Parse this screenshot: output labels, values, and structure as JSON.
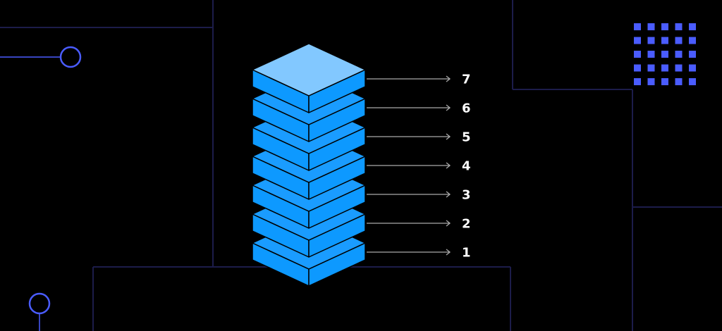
{
  "diagram": {
    "layers": [
      {
        "label": "1"
      },
      {
        "label": "2"
      },
      {
        "label": "3"
      },
      {
        "label": "4"
      },
      {
        "label": "5"
      },
      {
        "label": "6"
      },
      {
        "label": "7"
      }
    ]
  },
  "colors": {
    "background": "#000000",
    "frame_line": "#1c1c4a",
    "accent": "#4a5cff",
    "layer_side": "#0d99ff",
    "layer_top": "#1a9cff",
    "top_layer_face": "#82c8ff",
    "arrow": "#aaaaaa",
    "label": "#ffffff"
  }
}
